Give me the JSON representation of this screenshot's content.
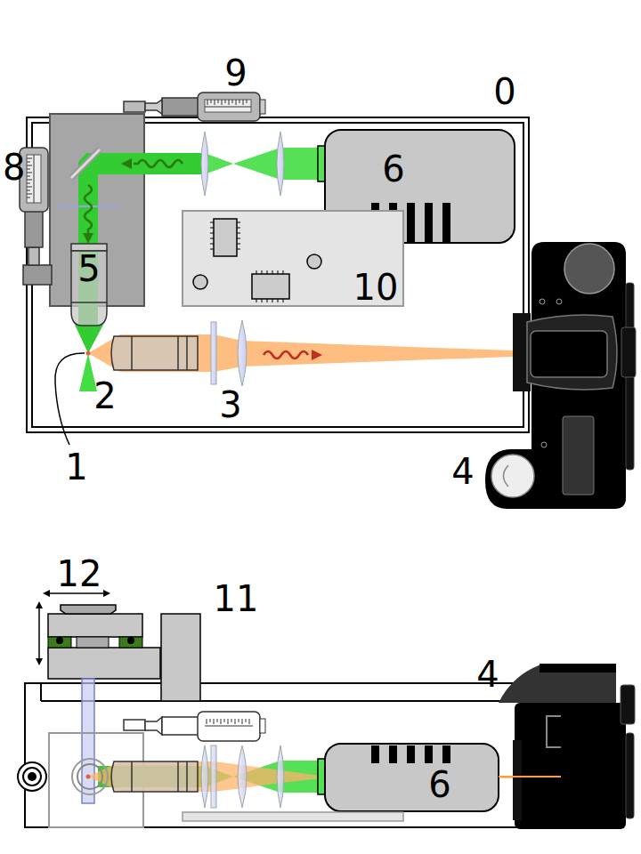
{
  "diagram": {
    "labels": [
      "9",
      "0",
      "8",
      "6",
      "5",
      "10",
      "2",
      "3",
      "1",
      "4",
      "12",
      "11",
      "4",
      "6"
    ]
  }
}
